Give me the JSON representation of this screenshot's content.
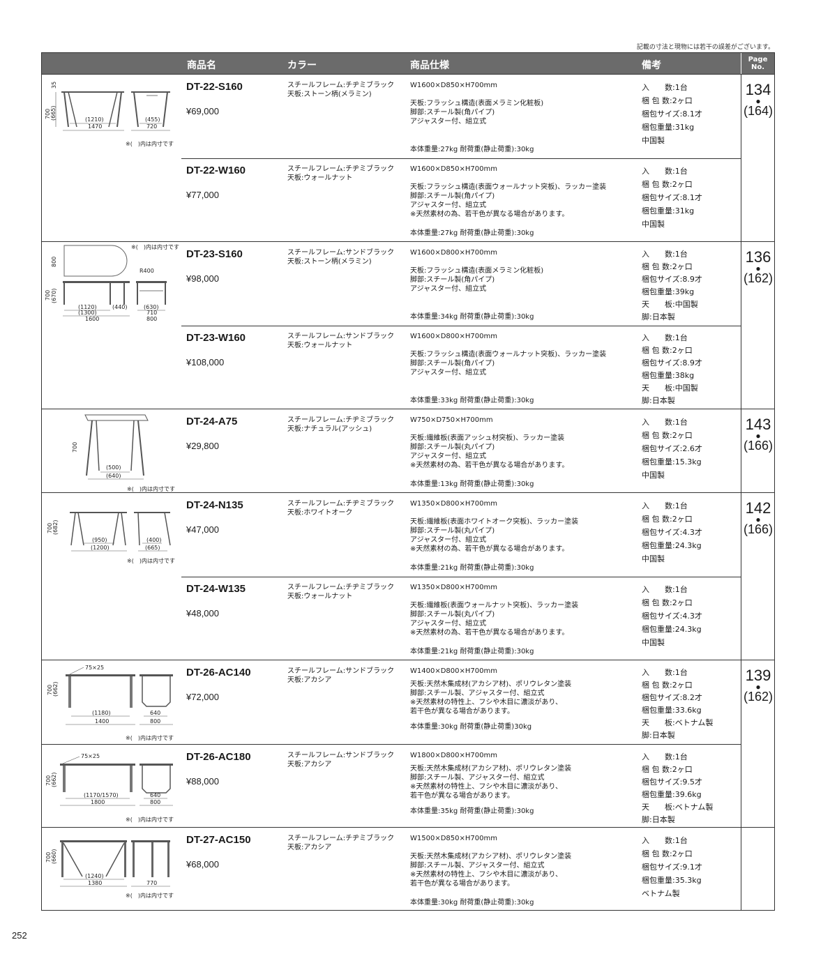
{
  "note": "記載の寸法と現物には若干の誤差がございます。",
  "header": {
    "product_name": "商品名",
    "color": "カラー",
    "spec": "商品仕様",
    "remarks": "備考",
    "page_line1": "Page",
    "page_line2": "No."
  },
  "groups": [
    {
      "page_main": "134",
      "page_sub": "(164)",
      "fig": {
        "dims": [
          "35",
          "700",
          "(665)",
          "(1210)",
          "1470",
          "(455)",
          "720"
        ],
        "note": "※(　)内は内寸です"
      },
      "rows": [
        {
          "name": "DT-22-S160",
          "price": "¥69,000",
          "color": [
            "スチールフレーム:チヂミブラック",
            "天板:ストーン柄(メラミン)"
          ],
          "dim": "W1600×D850×H700mm",
          "spec": [
            "天板:フラッシュ構造(表面メラミン化粧板)",
            "脚部:スチール製(角パイプ)",
            "アジャスター付、組立式"
          ],
          "weight": "本体重量:27kg 耐荷重(静止荷重):30kg",
          "remarks": [
            "入　　数:1台",
            "梱 包 数:2ヶ口",
            "梱包サイズ:8.1才",
            "梱包重量:31kg",
            "中国製"
          ]
        },
        {
          "name": "DT-22-W160",
          "price": "¥77,000",
          "color": [
            "スチールフレーム:チヂミブラック",
            "天板:ウォールナット"
          ],
          "dim": "W1600×D850×H700mm",
          "spec": [
            "天板:フラッシュ構造(表面ウォールナット突板)、ラッカー塗装",
            "脚部:スチール製(角パイプ)",
            "アジャスター付、組立式",
            "※天然素材の為、若干色が異なる場合があります。"
          ],
          "weight": "本体重量:27kg 耐荷重(静止荷重):30kg",
          "remarks": [
            "入　　数:1台",
            "梱 包 数:2ヶ口",
            "梱包サイズ:8.1才",
            "梱包重量:31kg",
            "中国製"
          ]
        }
      ]
    },
    {
      "page_main": "136",
      "page_sub": "(162)",
      "fig": {
        "dims": [
          "※(　)内は内寸です",
          "800",
          "R400",
          "700",
          "(670)",
          "(1120)",
          "(1300)",
          "1600",
          "(440)",
          "(630)",
          "710",
          "800"
        ]
      },
      "rows": [
        {
          "name": "DT-23-S160",
          "price": "¥98,000",
          "color": [
            "スチールフレーム:サンドブラック",
            "天板:ストーン柄(メラミン)"
          ],
          "dim": "W1600×D800×H700mm",
          "spec": [
            "天板:フラッシュ構造(表面メラミン化粧板)",
            "脚部:スチール製(角パイプ)",
            "アジャスター付、組立式"
          ],
          "weight": "本体重量:34kg 耐荷重(静止荷重):30kg",
          "remarks": [
            "入　　数:1台",
            "梱 包 数:2ヶ口",
            "梱包サイズ:8.9才",
            "梱包重量:39kg",
            "天　　板:中国製",
            "脚:日本製"
          ]
        },
        {
          "name": "DT-23-W160",
          "price": "¥108,000",
          "color": [
            "スチールフレーム:サンドブラック",
            "天板:ウォールナット"
          ],
          "dim": "W1600×D800×H700mm",
          "spec": [
            "天板:フラッシュ構造(表面ウォールナット突板)、ラッカー塗装",
            "脚部:スチール製(角パイプ)",
            "アジャスター付、組立式"
          ],
          "weight": "本体重量:33kg 耐荷重(静止荷重):30kg",
          "remarks": [
            "入　　数:1台",
            "梱 包 数:2ヶ口",
            "梱包サイズ:8.9才",
            "梱包重量:38kg",
            "天　　板:中国製",
            "脚:日本製"
          ]
        }
      ]
    },
    {
      "page_main": "143",
      "page_sub": "(166)",
      "fig": {
        "dims": [
          "700",
          "(500)",
          "(640)",
          "※(　)内は内寸です"
        ]
      },
      "rows": [
        {
          "name": "DT-24-A75",
          "price": "¥29,800",
          "color": [
            "スチールフレーム:チヂミブラック",
            "天板:ナチュラル(アッシュ)"
          ],
          "dim": "W750×D750×H700mm",
          "spec": [
            "天板:繊維板(表面アッシュ材突板)、ラッカー塗装",
            "脚部:スチール製(丸パイプ)",
            "アジャスター付、組立式",
            "※天然素材の為、若干色が異なる場合があります。"
          ],
          "weight": "本体重量:13kg 耐荷重(静止荷重):30kg",
          "remarks": [
            "入　　数:1台",
            "梱 包 数:2ヶ口",
            "梱包サイズ:2.6才",
            "梱包重量:15.3kg",
            "中国製"
          ]
        }
      ]
    },
    {
      "page_main": "142",
      "page_sub": "(166)",
      "fig": {
        "dims": [
          "700",
          "(682)",
          "(950)",
          "(1200)",
          "(400)",
          "(665)",
          "※(　)内は内寸です"
        ]
      },
      "rows": [
        {
          "name": "DT-24-N135",
          "price": "¥47,000",
          "color": [
            "スチールフレーム:チヂミブラック",
            "天板:ホワイトオーク"
          ],
          "dim": "W1350×D800×H700mm",
          "spec": [
            "天板:繊維板(表面ホワイトオーク突板)、ラッカー塗装",
            "脚部:スチール製(丸パイプ)",
            "アジャスター付、組立式",
            "※天然素材の為、若干色が異なる場合があります。"
          ],
          "weight": "本体重量:21kg 耐荷重(静止荷重):30kg",
          "remarks": [
            "入　　数:1台",
            "梱 包 数:2ヶ口",
            "梱包サイズ:4.3才",
            "梱包重量:24.3kg",
            "中国製"
          ]
        },
        {
          "name": "DT-24-W135",
          "price": "¥48,000",
          "color": [
            "スチールフレーム:チヂミブラック",
            "天板:ウォールナット"
          ],
          "dim": "W1350×D800×H700mm",
          "spec": [
            "天板:繊維板(表面ウォールナット突板)、ラッカー塗装",
            "脚部:スチール製(丸パイプ)",
            "アジャスター付、組立式",
            "※天然素材の為、若干色が異なる場合があります。"
          ],
          "weight": "本体重量:21kg 耐荷重(静止荷重):30kg",
          "remarks": [
            "入　　数:1台",
            "梱 包 数:2ヶ口",
            "梱包サイズ:4.3才",
            "梱包重量:24.3kg",
            "中国製"
          ]
        }
      ]
    },
    {
      "page_main": "139",
      "page_sub": "(162)",
      "fig": {
        "dims": [
          "75×25",
          "700",
          "(662)",
          "(1180)",
          "1400",
          "640",
          "800",
          "※(　)内は内寸です"
        ]
      },
      "rows": [
        {
          "name": "DT-26-AC140",
          "price": "¥72,000",
          "color": [
            "スチールフレーム:サンドブラック",
            "天板:アカシア"
          ],
          "dim": "W1400×D800×H700mm",
          "spec": [
            "天板:天然木集成材(アカシア材)、ポリウレタン塗装",
            "脚部:スチール製、アジャスター付、組立式",
            "※天然素材の特性上、フシや木目に濃淡があり、",
            "若干色が異なる場合があります。"
          ],
          "weight": "本体重量:30kg 耐荷重(静止荷重)30kg",
          "remarks": [
            "入　　数:1台",
            "梱 包 数:2ヶ口",
            "梱包サイズ:8.2才",
            "梱包重量:33.6kg",
            "天　　板:ベトナム製",
            "脚:日本製"
          ]
        },
        {
          "name": "DT-26-AC180",
          "price": "¥88,000",
          "color": [
            "スチールフレーム:サンドブラック",
            "天板:アカシア"
          ],
          "dim": "W1800×D800×H700mm",
          "spec": [
            "天板:天然木集成材(アカシア材)、ポリウレタン塗装",
            "脚部:スチール製、アジャスター付、組立式",
            "※天然素材の特性上、フシや木目に濃淡があり、",
            "若干色が異なる場合があります。"
          ],
          "weight": "本体重量:35kg 耐荷重(静止荷重):30kg",
          "remarks": [
            "入　　数:1台",
            "梱 包 数:2ヶ口",
            "梱包サイズ:9.5才",
            "梱包重量:39.6kg",
            "天　　板:ベトナム製",
            "脚:日本製"
          ]
        }
      ]
    },
    {
      "page_main": "",
      "page_sub": "",
      "fig": {
        "dims": [
          "700",
          "(660)",
          "(1240)",
          "1380",
          "770",
          "※(　)内は内寸です"
        ]
      },
      "rows": [
        {
          "name": "DT-27-AC150",
          "price": "¥68,000",
          "color": [
            "スチールフレーム:チヂミブラック",
            "天板:アカシア"
          ],
          "dim": "W1500×D850×H700mm",
          "spec": [
            "天板:天然木集成材(アカシア材)、ポリウレタン塗装",
            "脚部:スチール製、アジャスター付、組立式",
            "※天然素材の特性上、フシや木目に濃淡があり、",
            "若干色が異なる場合があります。"
          ],
          "weight": "本体重量:30kg 耐荷重(静止荷重):30kg",
          "remarks": [
            "入　　数:1台",
            "梱 包 数:2ヶ口",
            "梱包サイズ:9.1才",
            "梱包重量:35.3kg",
            "ベトナム製"
          ]
        }
      ]
    }
  ],
  "fig26b": {
    "dims": [
      "75×25",
      "700",
      "(662)",
      "(1170/1570)",
      "1800",
      "640",
      "800",
      "※(　)内は内寸です"
    ]
  },
  "page_number": "252"
}
